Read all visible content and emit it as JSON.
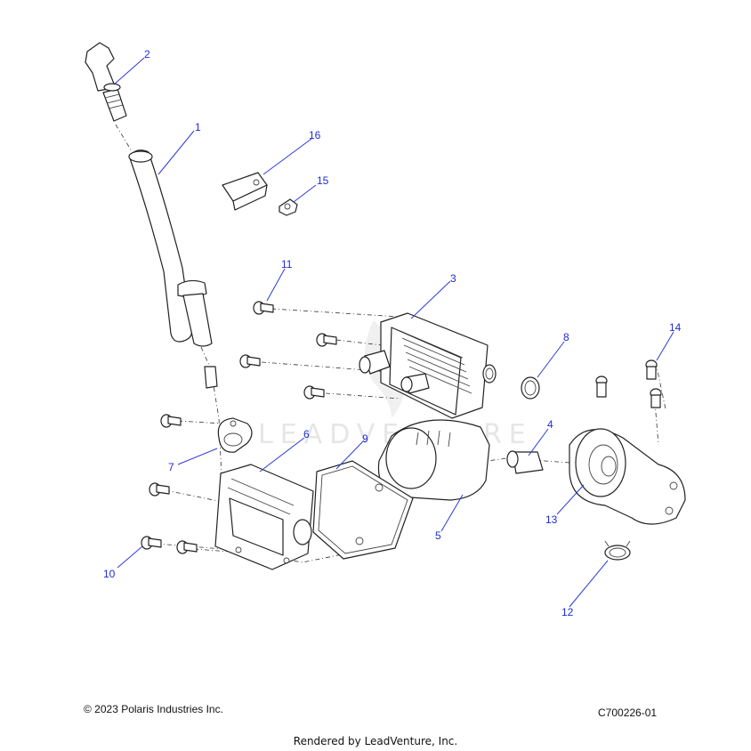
{
  "callouts": [
    "1",
    "2",
    "3",
    "4",
    "5",
    "6",
    "7",
    "8",
    "9",
    "10",
    "11",
    "12",
    "13",
    "14",
    "15",
    "16"
  ],
  "watermark": "LEADVENTURE",
  "footer": {
    "copyright": "© 2023 Polaris Industries Inc.",
    "figure_code": "C700226-01",
    "rendered_by": "Rendered by LeadVenture, Inc."
  },
  "colors": {
    "callout": "#1f2bd6",
    "line": "#222222",
    "watermark": "#e6e6e6"
  }
}
